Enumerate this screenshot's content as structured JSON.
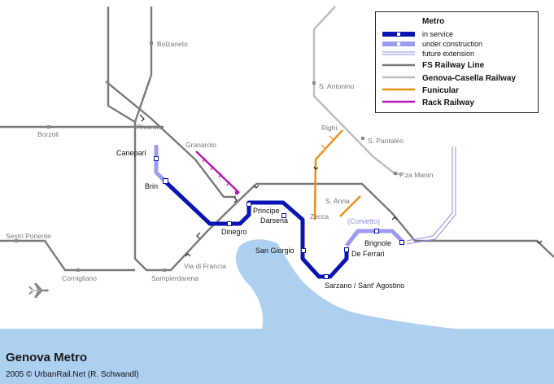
{
  "title": "Genova Metro",
  "credit": "2005 © UrbanRail.Net (R. Schwandl)",
  "colors": {
    "metro": "#0a14b4",
    "construction": "#9b9bf0",
    "extension": "#8f8fe8",
    "fs": "#7a7a7a",
    "casella": "#bdbdbd",
    "funicular": "#ef8c14",
    "rack": "#b414b4",
    "sea": "#aed0f0"
  },
  "legend": {
    "metro_header": "Metro",
    "in_service": "in service",
    "under_construction": "under construction",
    "future_extension": "future extension",
    "fs": "FS Railway Line",
    "casella": "Genova-Casella Railway",
    "funicular": "Funicular",
    "rack": "Rack Railway"
  },
  "metro_stations": {
    "brin": "Brin",
    "canepari": "Canepari",
    "dinegro": "Dinegro",
    "principe": "Principe",
    "darsena": "Darsena",
    "san_giorgio": "San Giorgio",
    "sarzano": "Sarzano / Sant' Agostino",
    "de_ferrari": "De Ferrari",
    "brignole": "Brignole",
    "corvetto": "(Corvetto)"
  },
  "places": {
    "bolzaneto": "Bolzaneto",
    "rivarolo": "Rivarolo",
    "borzoli": "Borzoli",
    "granarolo": "Granarolo",
    "s_antonino": "S. Antonino",
    "righi": "Righi",
    "s_pantaleo": "S. Pantaleo",
    "pza_manin": "P.za Manin",
    "s_anna": "S. Anna",
    "zecca": "Zecca",
    "sestri_ponente": "Sestri Ponente",
    "cornigliano": "Cornigliano",
    "sampierdarena": "Sampierdarena",
    "via_di_francia": "Via di Francia"
  },
  "icons": {
    "airport": "airplane-icon"
  }
}
